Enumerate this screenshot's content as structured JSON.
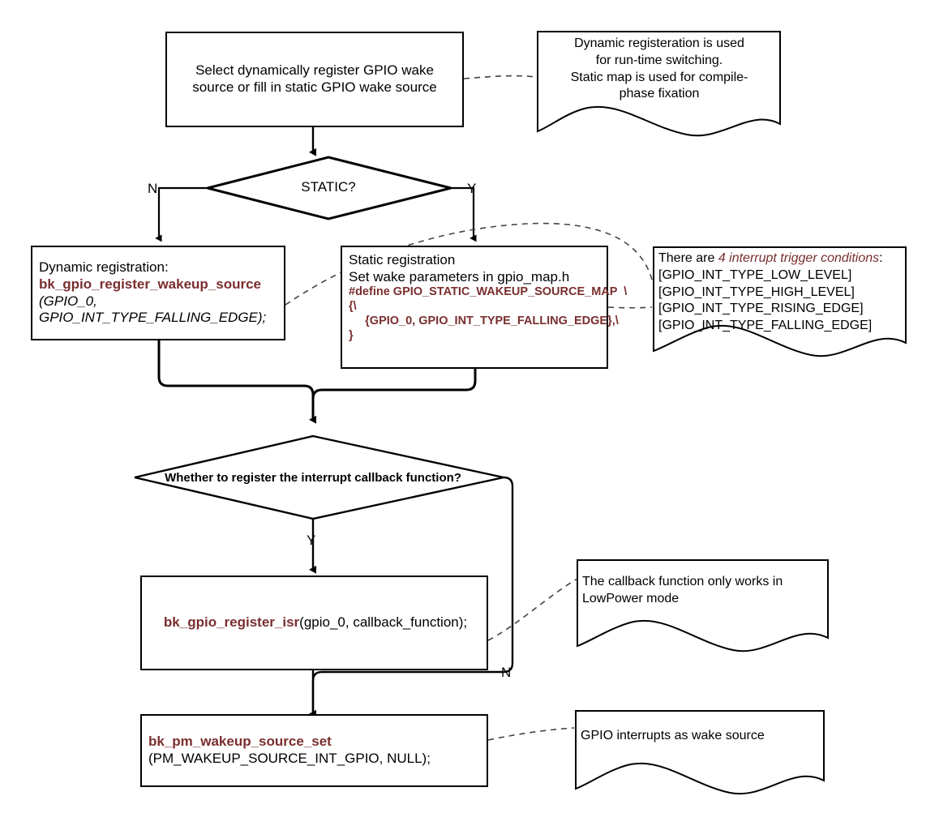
{
  "diagram": {
    "title": "GPIO wake source registration flow",
    "accent_color": "#7A2E2E",
    "line_color": "#000000",
    "background": "#ffffff"
  },
  "nodes": {
    "start": {
      "type": "process",
      "lines": [
        "Select dynamically register GPIO wake",
        "source or fill in static GPIO wake source"
      ]
    },
    "decision_static": {
      "type": "decision",
      "label": "STATIC?",
      "branch_no": "N",
      "branch_yes": "Y"
    },
    "dynamic_registration": {
      "type": "process",
      "line1": "Dynamic registration:",
      "line2": "bk_gpio_register_wakeup_source",
      "line3": "(GPIO_0,",
      "line4": "GPIO_INT_TYPE_FALLING_EDGE);"
    },
    "static_registration": {
      "type": "process",
      "line1": "Static registration",
      "line2": "Set wake parameters in gpio_map.h",
      "code1": "#define GPIO_STATIC_WAKEUP_SOURCE_MAP  \\",
      "code2": "{\\",
      "code3": "     {GPIO_0, GPIO_INT_TYPE_FALLING_EDGE},\\",
      "code4": "}"
    },
    "decision_callback": {
      "type": "decision",
      "label": "Whether to register the interrupt callback function?",
      "branch_yes": "Y",
      "branch_no": "N"
    },
    "register_isr": {
      "type": "process",
      "fn": "bk_gpio_register_isr",
      "args": "(gpio_0, callback_function);"
    },
    "wakeup_source_set": {
      "type": "process",
      "fn": "bk_pm_wakeup_source_set",
      "args": "(PM_WAKEUP_SOURCE_INT_GPIO, NULL);"
    }
  },
  "notes": {
    "dynamic_vs_static": {
      "lines": [
        "Dynamic registeration is used",
        "for run-time switching.",
        "Static map is used for compile-",
        "phase fixation"
      ]
    },
    "trigger_conditions": {
      "heading_prefix": "There are ",
      "heading_emphasis": "4 interrupt trigger conditions",
      "heading_suffix": ":",
      "items": [
        "[GPIO_INT_TYPE_LOW_LEVEL]",
        "[GPIO_INT_TYPE_HIGH_LEVEL]",
        "[GPIO_INT_TYPE_RISING_EDGE]",
        "[GPIO_INT_TYPE_FALLING_EDGE]"
      ]
    },
    "callback_lowpower": {
      "lines": [
        "The callback function only works in",
        "LowPower mode"
      ]
    },
    "gpio_wake_source": {
      "lines": [
        "GPIO interrupts as wake source"
      ]
    }
  }
}
